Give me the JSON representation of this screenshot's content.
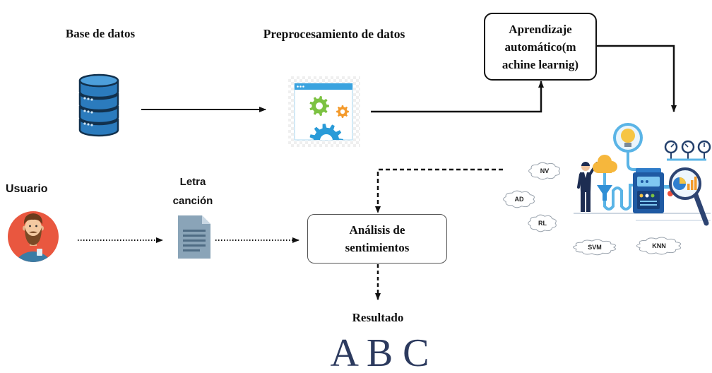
{
  "diagram": {
    "database": {
      "label": "Base de datos",
      "icon": "database-icon"
    },
    "preprocessing": {
      "label": "Preprocesamiento de datos",
      "icon": "gears-icon"
    },
    "machine_learning": {
      "lines": [
        "Aprendizaje",
        "automático(m",
        "achine learnig)"
      ],
      "icon": "machine-learning-illustration"
    },
    "models": [
      "NV",
      "AD",
      "RL",
      "SVM",
      "KNN"
    ],
    "user": {
      "label": "Usuario",
      "icon": "user-avatar-icon"
    },
    "lyrics": {
      "lines": [
        "Letra",
        "canción"
      ],
      "icon": "document-icon"
    },
    "sentiment_analysis": {
      "lines": [
        "Análisis de",
        "sentimientos"
      ]
    },
    "result": {
      "label": "Resultado",
      "value": "A B C"
    }
  },
  "colors": {
    "connector": "#111111",
    "result_text": "#2c3a5e",
    "database_blue": "#2b7bbd",
    "avatar_bg": "#e9573f",
    "pipe_blue": "#5ab4e6"
  }
}
